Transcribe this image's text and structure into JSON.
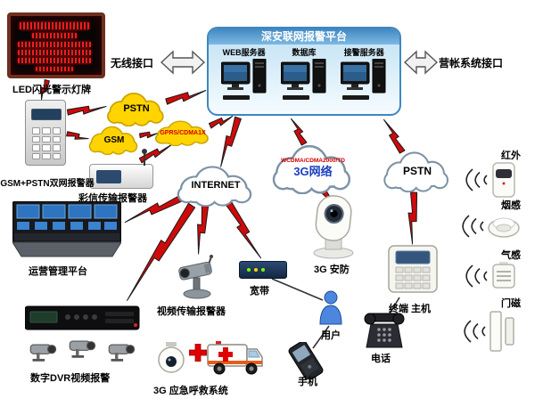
{
  "platform": {
    "title": "深安联网报警平台",
    "servers": [
      {
        "label": "WEB服务器"
      },
      {
        "label": "数据库"
      },
      {
        "label": "接警服务器"
      }
    ]
  },
  "interfaces": {
    "wireless": "无线接口",
    "billing": "营帐系统接口"
  },
  "clouds": {
    "pstn_left": "PSTN",
    "gsm": "GSM",
    "gprs": "GPRS/CDMA1X",
    "internet": "INTERNET",
    "g3_top": "WCDMA/CDMA2000/TD",
    "g3_main": "3G网络",
    "pstn_right": "PSTN"
  },
  "nodes": {
    "led_sign": "LED闪光警示灯牌",
    "dual_net_alarm": "GSM+PSTN双网报警器",
    "mms_alarm": "彩信传输报警器",
    "ops_platform": "运营管理平台",
    "dvr_alarm": "数字DVR视频报警",
    "video_alarm": "视频传输报警器",
    "emergency": "3G 应急呼救系统",
    "broadband": "宽带",
    "user": "用户",
    "mobile": "手机",
    "g3_security": "3G 安防",
    "terminal": "终端 主机",
    "phone": "电话"
  },
  "sensors": [
    {
      "label": "红外"
    },
    {
      "label": "烟感"
    },
    {
      "label": "气感"
    },
    {
      "label": "门磁"
    }
  ],
  "colors": {
    "cloud_yellow": "#ffd400",
    "cloud_white": "#ffffff",
    "bolt_red": "#cf0a0a",
    "platform_border": "#3f87c0",
    "g3_blue": "#1a3fbf",
    "accent_red": "#e00000"
  }
}
